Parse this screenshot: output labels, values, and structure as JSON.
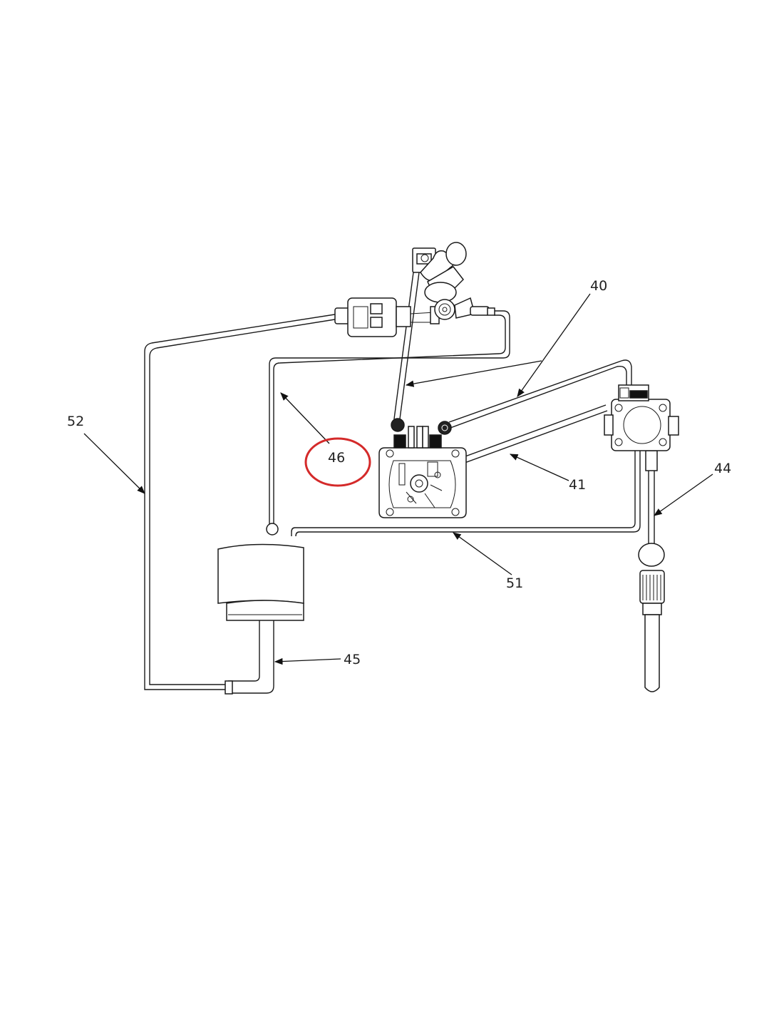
{
  "colors": {
    "line": "#1a1a1a",
    "highlight": "#d42a2a",
    "background": "#ffffff"
  },
  "labels": {
    "l40": "40",
    "l41": "41",
    "l44": "44",
    "l45": "45",
    "l46": "46",
    "l51": "51",
    "l52": "52"
  },
  "highlighted_label": "46"
}
